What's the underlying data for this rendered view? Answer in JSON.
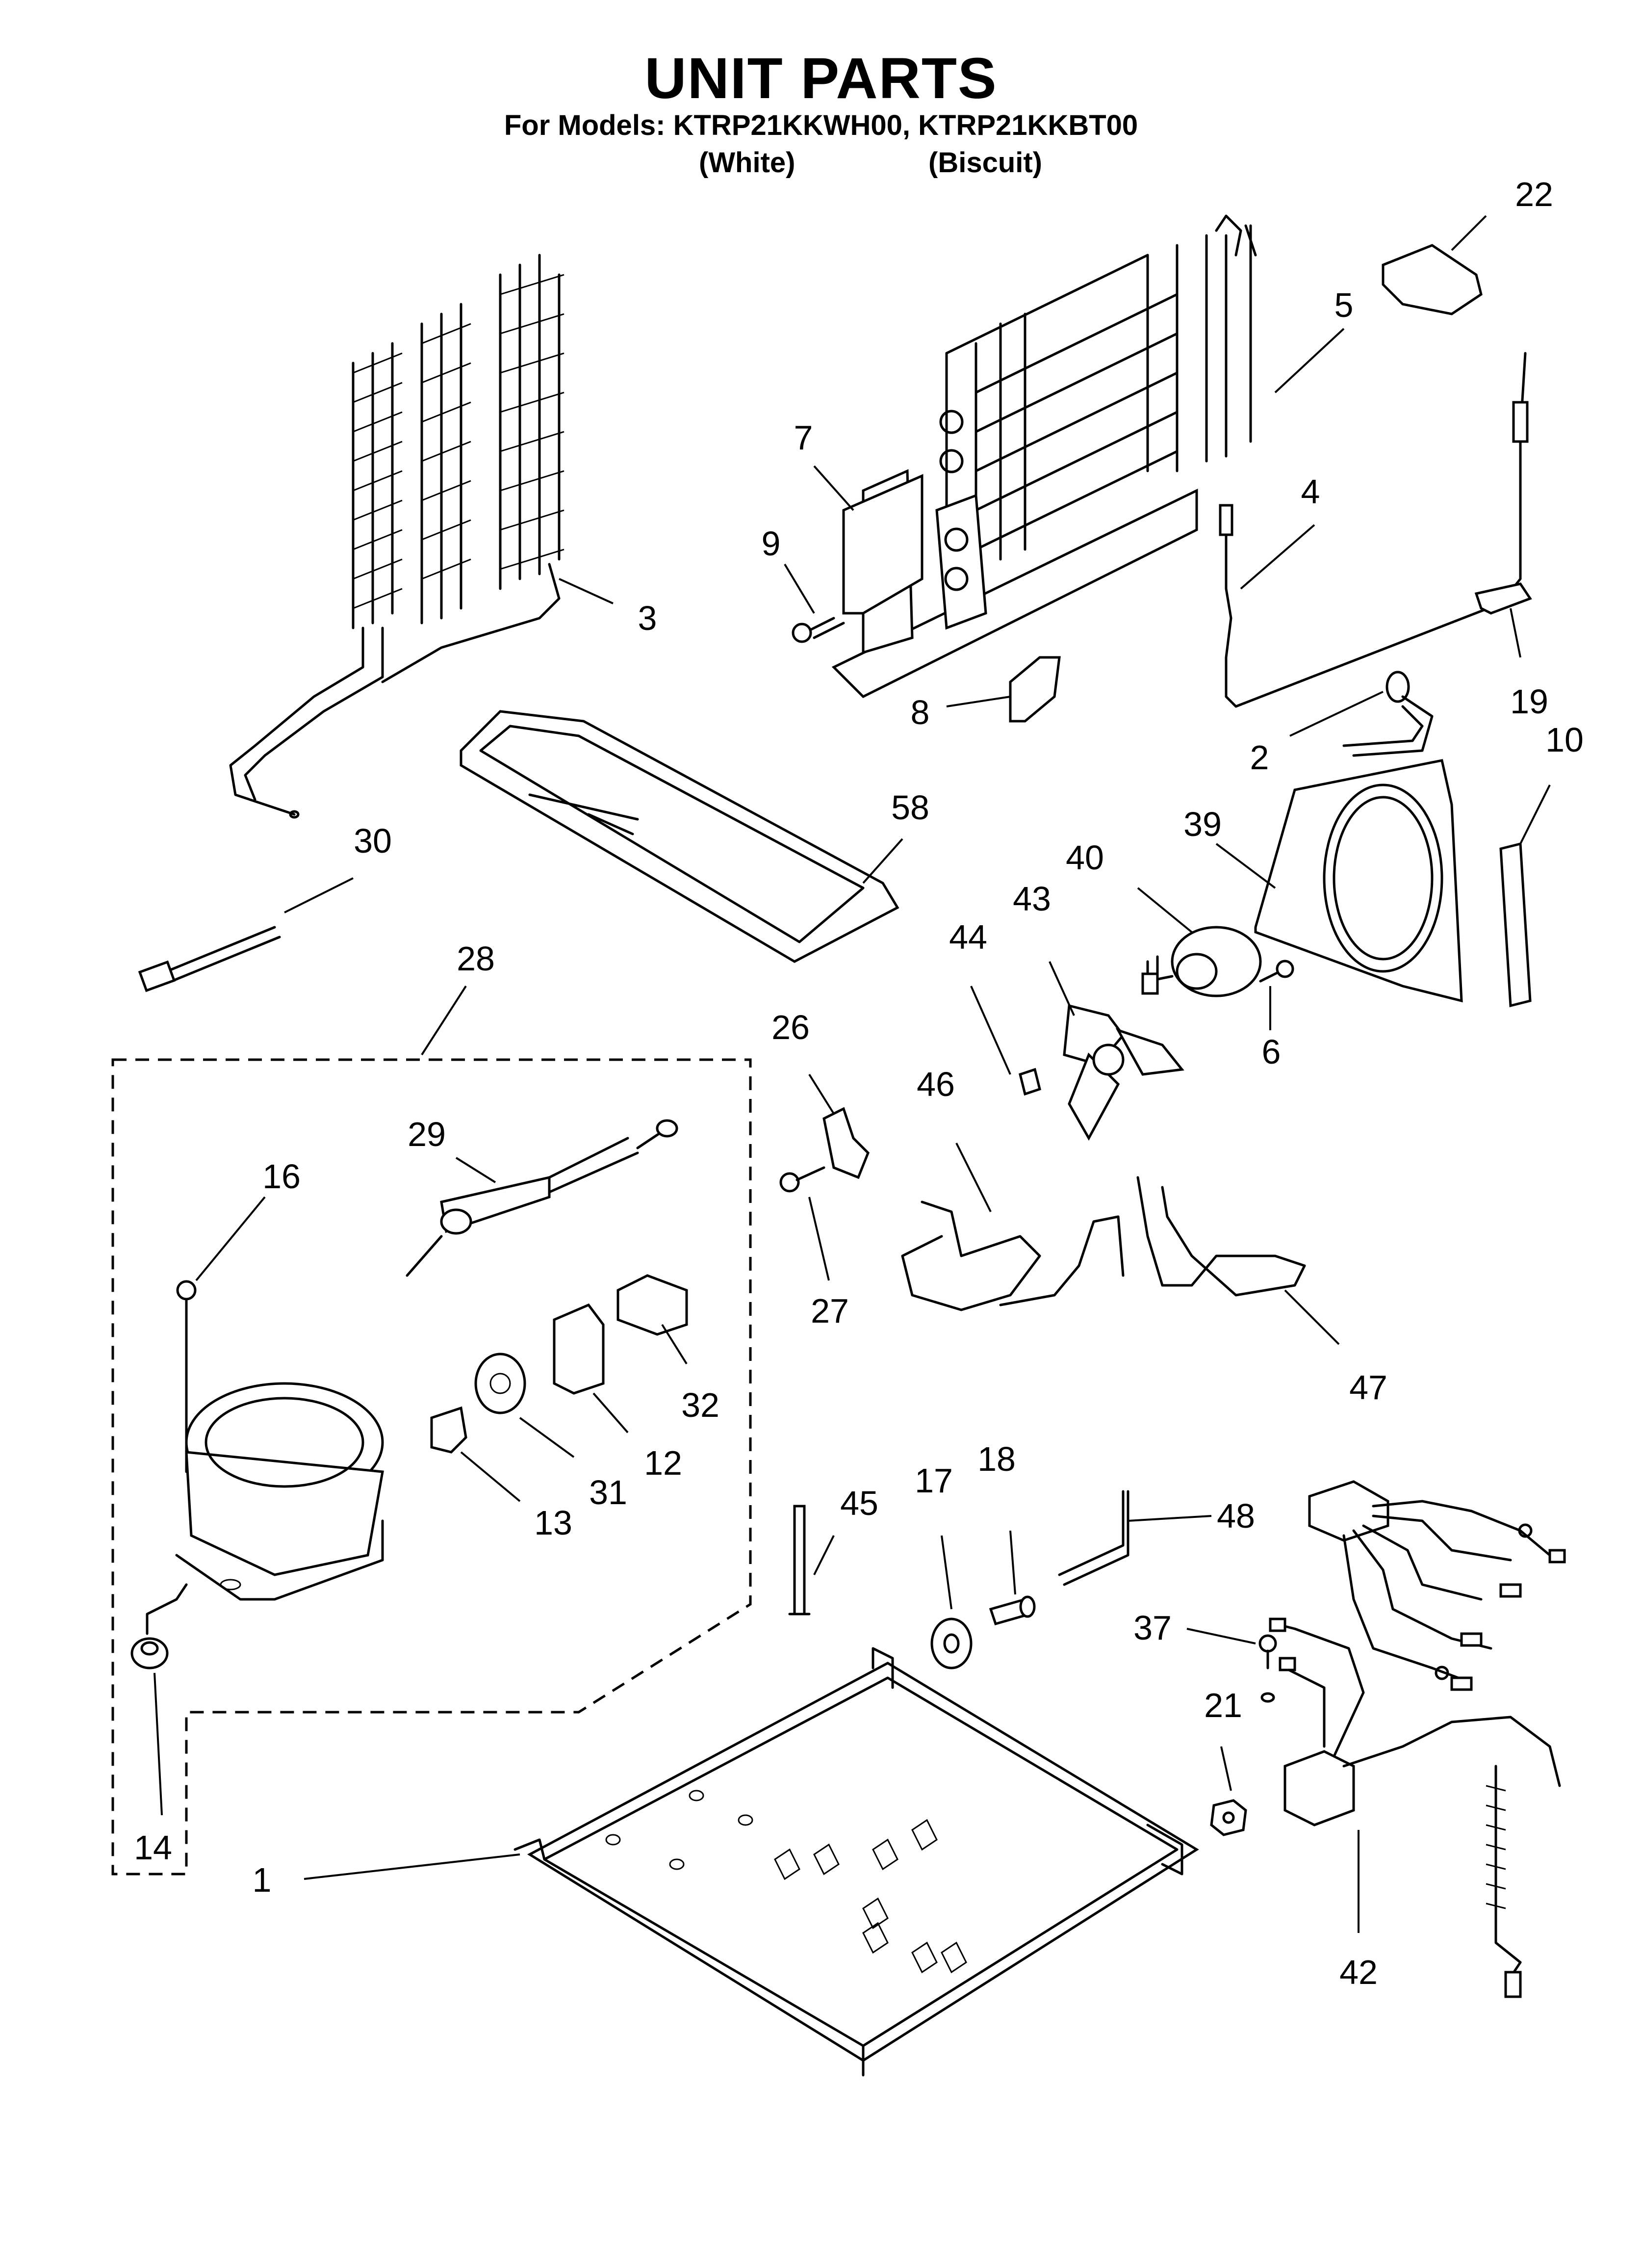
{
  "title": "UNIT PARTS",
  "models_line": "For Models: KTRP21KKWH00, KTRP21KKBT00",
  "variants": [
    "(White)",
    "(Biscuit)"
  ],
  "callouts": [
    "22",
    "5",
    "7",
    "4",
    "9",
    "3",
    "8",
    "19",
    "2",
    "10",
    "30",
    "58",
    "39",
    "40",
    "43",
    "44",
    "6",
    "28",
    "26",
    "46",
    "29",
    "16",
    "27",
    "32",
    "47",
    "12",
    "31",
    "13",
    "45",
    "17",
    "18",
    "48",
    "37",
    "21",
    "14",
    "1",
    "42"
  ]
}
